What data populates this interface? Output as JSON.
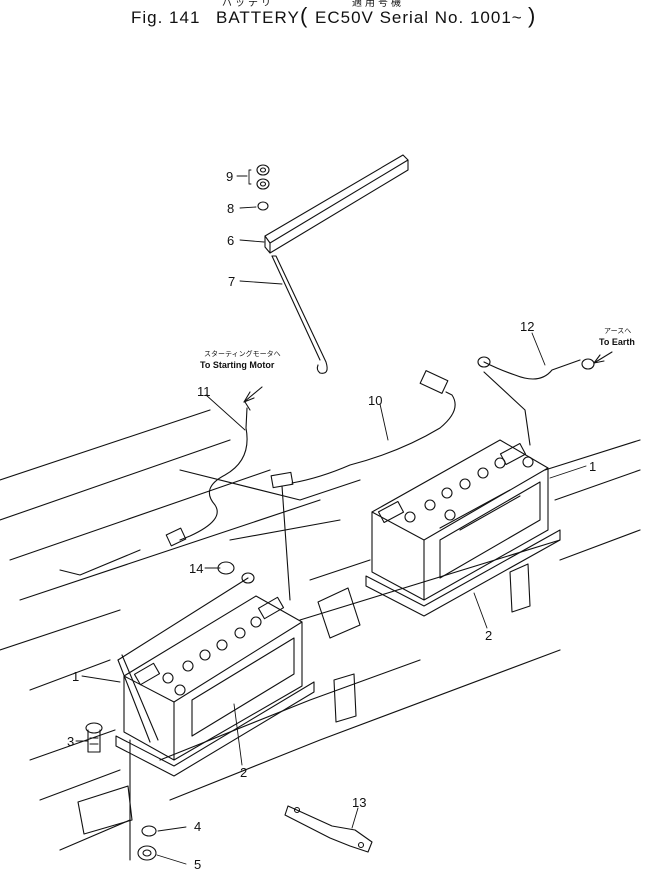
{
  "header": {
    "jp_left": "バッテリ",
    "jp_right": "適用号機",
    "fig_label": "Fig. 141",
    "title": "BATTERY",
    "serial_open": "(",
    "serial": "EC50V Serial No. 1001~",
    "serial_close": ")"
  },
  "notes": {
    "starting_motor_jp": "スターティングモータへ",
    "starting_motor_en": "To Starting Motor",
    "earth_jp": "アースへ",
    "earth_en": "To Earth"
  },
  "callouts": {
    "c9": "9",
    "c8": "8",
    "c6": "6",
    "c7": "7",
    "c11": "11",
    "c10": "10",
    "c12": "12",
    "c1a": "1",
    "c1b": "1",
    "c14": "14",
    "c2a": "2",
    "c2b": "2",
    "c3": "3",
    "c4": "4",
    "c5": "5",
    "c13": "13"
  }
}
